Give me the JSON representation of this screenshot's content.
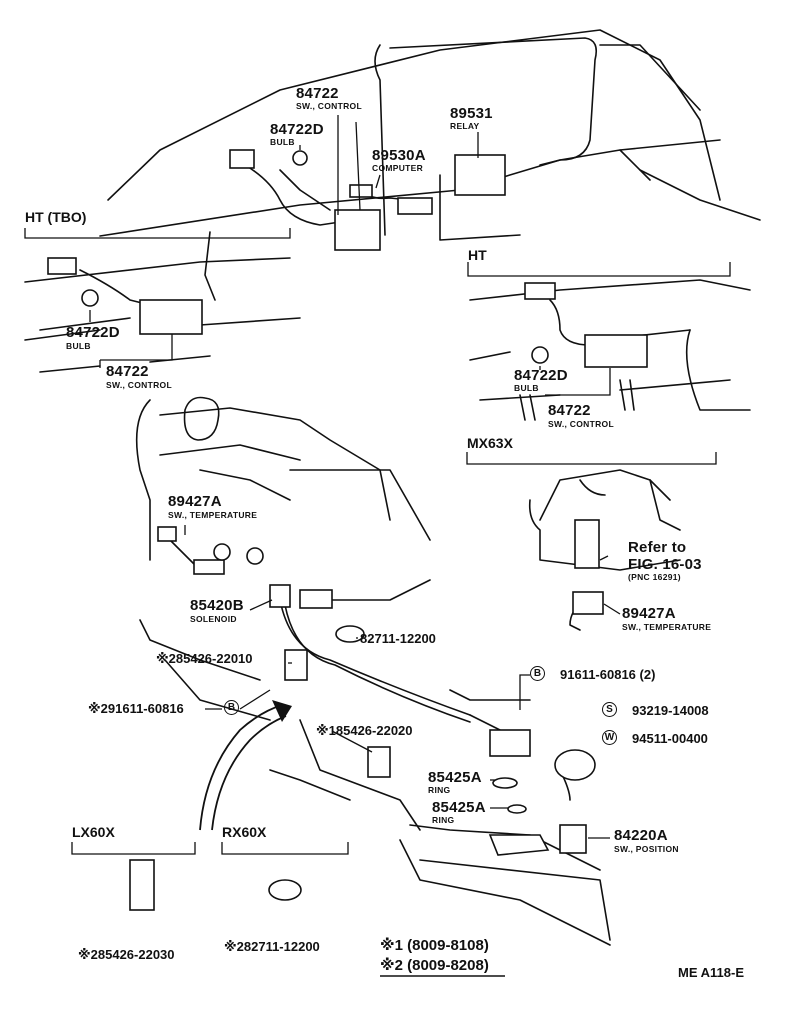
{
  "sections": {
    "ht_tbo": "HT (TBO)",
    "ht": "HT",
    "mx63x": "MX63X",
    "lx60x": "LX60X",
    "rx60x": "RX60X"
  },
  "parts": {
    "p84722_top": {
      "num": "84722",
      "desc": "SW., CONTROL"
    },
    "p84722d_top": {
      "num": "84722D",
      "desc": "BULB"
    },
    "p89530a": {
      "num": "89530A",
      "desc": "COMPUTER"
    },
    "p89531": {
      "num": "89531",
      "desc": "RELAY"
    },
    "p84722d_tbo": {
      "num": "84722D",
      "desc": "BULB"
    },
    "p84722_tbo": {
      "num": "84722",
      "desc": "SW., CONTROL"
    },
    "p84722d_ht": {
      "num": "84722D",
      "desc": "BULB"
    },
    "p84722_ht": {
      "num": "84722",
      "desc": "SW., CONTROL"
    },
    "p89427a_left": {
      "num": "89427A",
      "desc": "SW., TEMPERATURE"
    },
    "p89427a_right": {
      "num": "89427A",
      "desc": "SW., TEMPERATURE"
    },
    "p85420b": {
      "num": "85420B",
      "desc": "SOLENOID"
    },
    "p82711": {
      "num": "82711-12200"
    },
    "p85426_22010": {
      "num": "85426-22010",
      "mark": "※2"
    },
    "p91611_left": {
      "num": "91611-60816",
      "mark": "※2",
      "code": "B"
    },
    "p85426_22020": {
      "num": "85426-22020",
      "mark": "※1"
    },
    "p91611_right": {
      "num": "91611-60816 (2)",
      "code": "B"
    },
    "p93219": {
      "num": "93219-14008",
      "code": "S"
    },
    "p94511": {
      "num": "94511-00400",
      "code": "W"
    },
    "p85425a_1": {
      "num": "85425A",
      "desc": "RING"
    },
    "p85425a_2": {
      "num": "85425A",
      "desc": "RING"
    },
    "p84220a": {
      "num": "84220A",
      "desc": "SW., POSITION"
    },
    "p85426_22030": {
      "num": "85426-22030",
      "mark": "※2"
    },
    "p82711_rx": {
      "num": "82711-12200",
      "mark": "※2"
    }
  },
  "refer": {
    "line1": "Refer to",
    "line2": "FIG. 16-03",
    "line3": "(PNC 16291)"
  },
  "notes": [
    {
      "mark": "※1",
      "range": "(8009-8108)"
    },
    {
      "mark": "※2",
      "range": "(8009-8208)"
    }
  ],
  "figure_id": "ME A118-E"
}
